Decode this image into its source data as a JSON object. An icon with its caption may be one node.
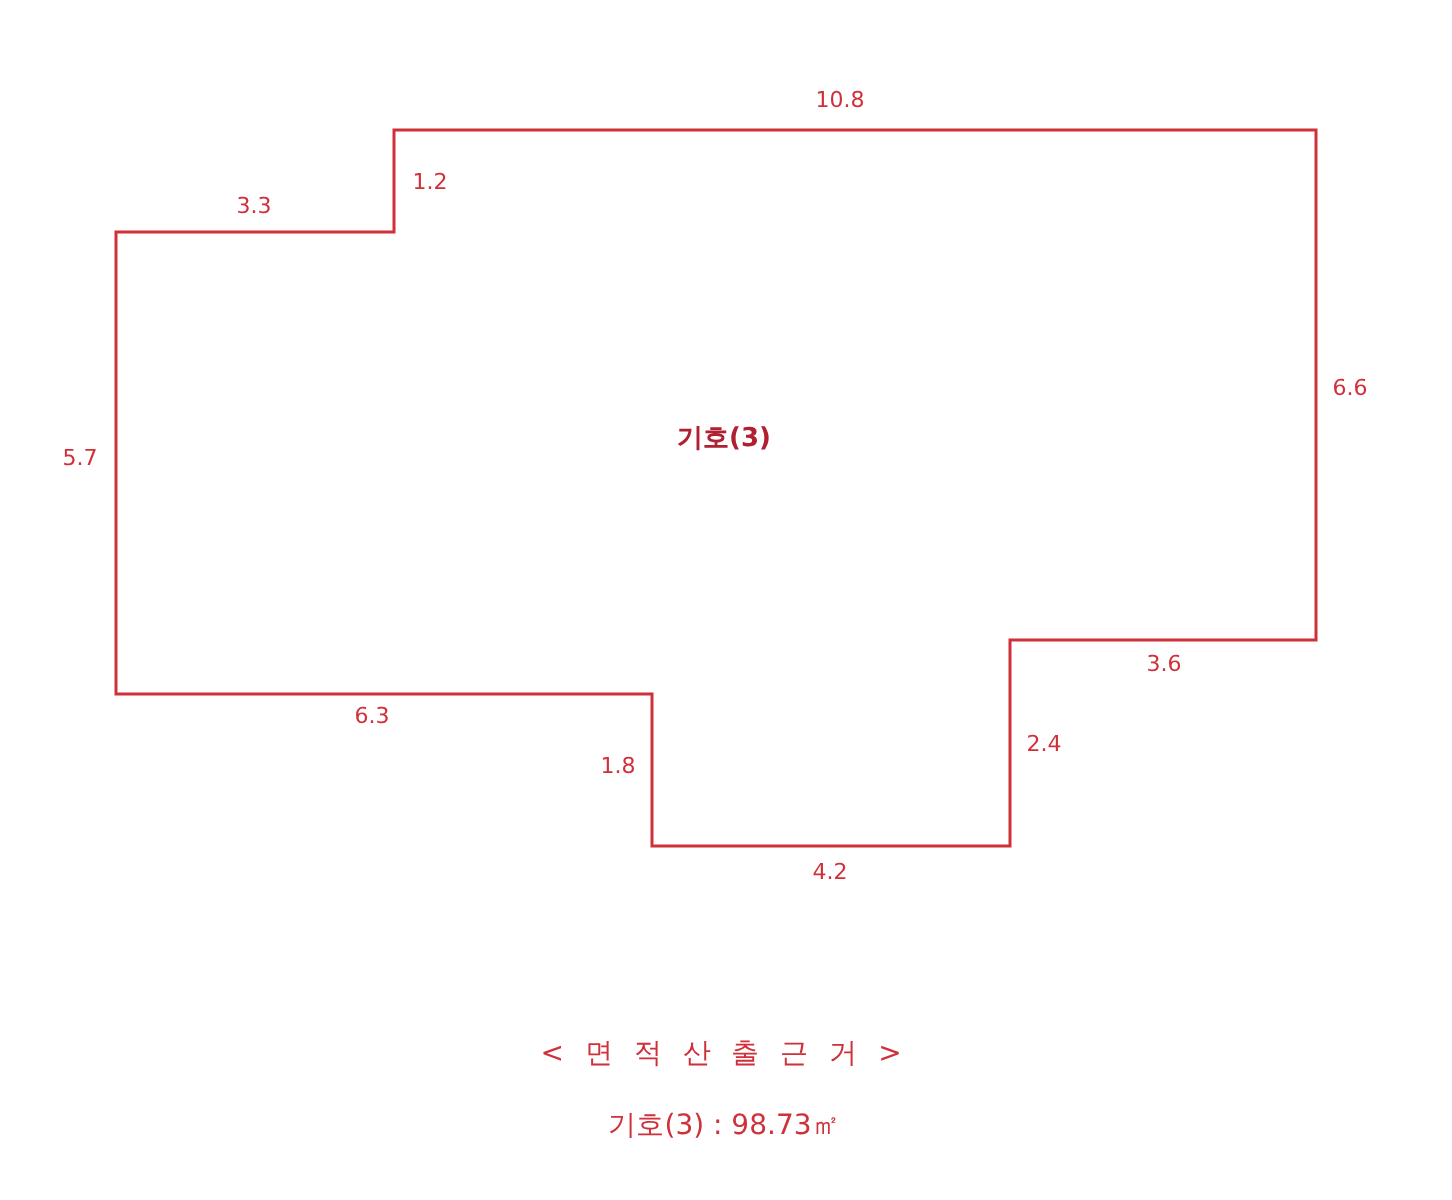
{
  "diagram": {
    "nodes": [
      {
        "text": [
          "기호(3)"
        ]
      }
    ],
    "labels": [
      "10.8",
      "1.2",
      "3.3",
      "6.6",
      "5.7",
      "3.6",
      "6.3",
      "2.4",
      "1.8",
      "4.2",
      "< 면 적 산 출 근 거 >",
      "기호(3) : 98.73㎡"
    ]
  }
}
